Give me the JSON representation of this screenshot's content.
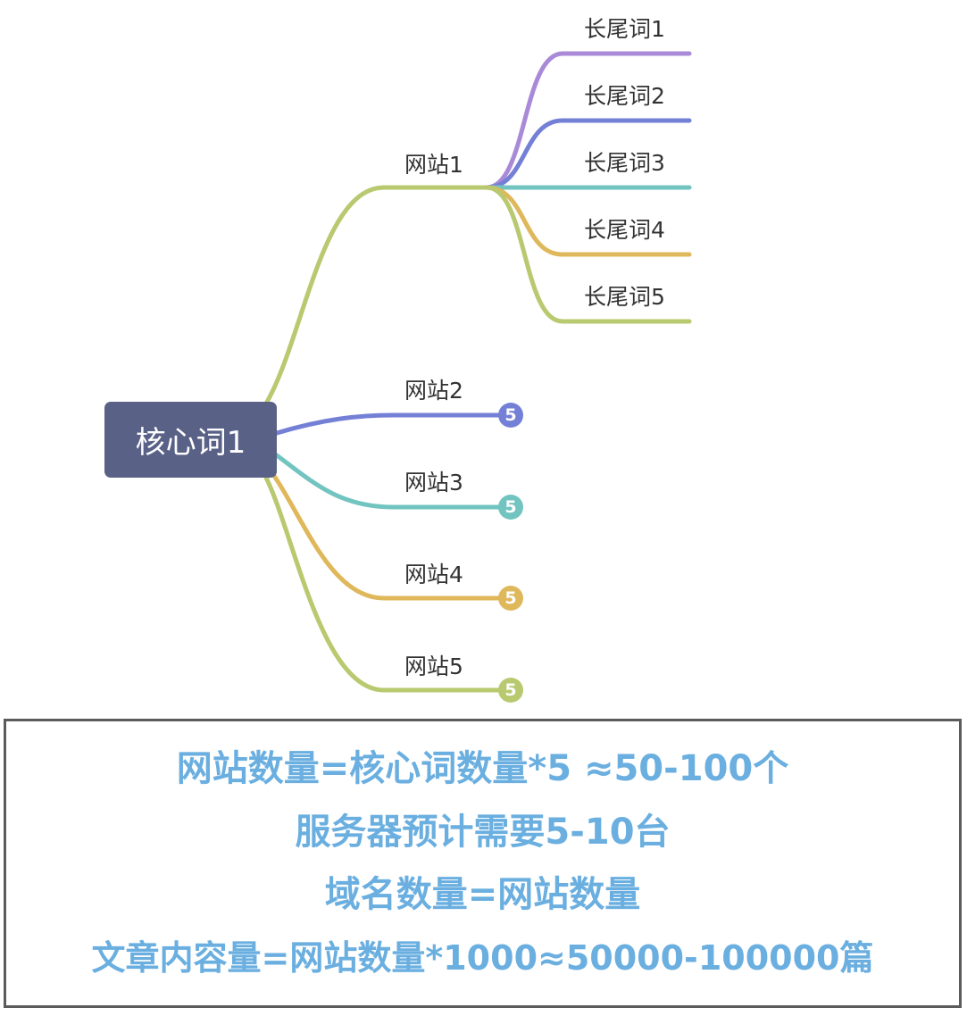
{
  "mindmap": {
    "root": "核心词1",
    "sites": [
      {
        "label": "网站1",
        "color": "#b8c96f",
        "badge": ""
      },
      {
        "label": "网站2",
        "color": "#7480d6",
        "badge": "5"
      },
      {
        "label": "网站3",
        "color": "#72c4c0",
        "badge": "5"
      },
      {
        "label": "网站4",
        "color": "#e0b85c",
        "badge": "5"
      },
      {
        "label": "网站5",
        "color": "#b8c96f",
        "badge": "5"
      }
    ],
    "keywords": [
      {
        "label": "长尾词1",
        "color": "#a98ad8"
      },
      {
        "label": "长尾词2",
        "color": "#7480d6"
      },
      {
        "label": "长尾词3",
        "color": "#72c4c0"
      },
      {
        "label": "长尾词4",
        "color": "#e0b85c"
      },
      {
        "label": "长尾词5",
        "color": "#b8c96f"
      }
    ]
  },
  "summary": {
    "line1": "网站数量=核心词数量*5 ≈50-100个",
    "line2": "服务器预计需要5-10台",
    "line3": "域名数量=网站数量",
    "line4": "文章内容量=网站数量*1000≈50000-100000篇"
  }
}
